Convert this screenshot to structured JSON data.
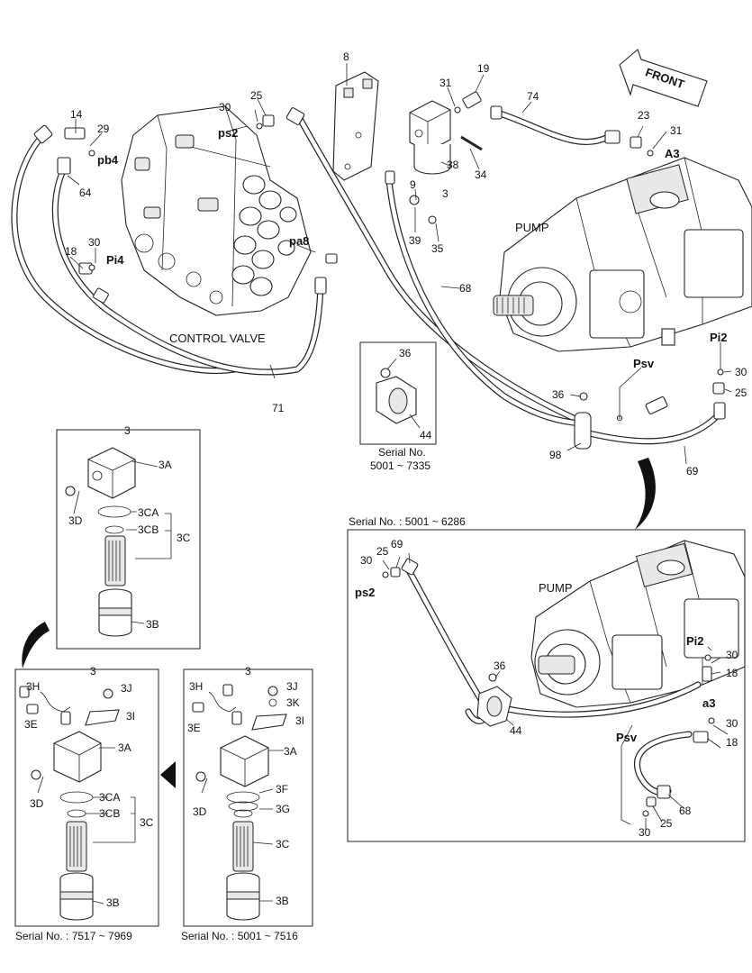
{
  "labels": {
    "control_valve": "CONTROL VALVE",
    "pump": "PUMP",
    "pump_inset": "PUMP",
    "front": "FRONT",
    "ps2": "ps2",
    "pb4": "pb4",
    "pi4": "Pi4",
    "pa8": "pa8",
    "a3_port": "A3",
    "pi2": "Pi2",
    "psv": "Psv",
    "ps2_inset": "ps2",
    "pi2_inset": "Pi2",
    "a3_inset": "a3",
    "psv_inset": "Psv"
  },
  "callouts": {
    "n14": "14",
    "n29": "29",
    "n64": "64",
    "n18": "18",
    "n30a": "30",
    "n30b": "30",
    "n25a": "25",
    "n8": "8",
    "n31a": "31",
    "n19": "19",
    "n74": "74",
    "n23": "23",
    "n31b": "31",
    "n9": "9",
    "n38": "38",
    "n3": "3",
    "n34": "34",
    "n39": "39",
    "n35": "35",
    "n68": "68",
    "n71": "71",
    "n36a": "36",
    "n44a": "44",
    "n36b": "36",
    "n98": "98",
    "n69": "69",
    "n30c": "30",
    "n25b": "25"
  },
  "serial_7335": {
    "line1": "Serial No.",
    "line2": "5001 ~ 7335"
  },
  "box_filter_a": {
    "title": "3",
    "parts": {
      "a": "3A",
      "d": "3D",
      "ca": "3CA",
      "cb": "3CB",
      "c": "3C",
      "b": "3B"
    }
  },
  "box_filter_b": {
    "title": "3",
    "parts": {
      "h": "3H",
      "j": "3J",
      "e": "3E",
      "i": "3I",
      "a": "3A",
      "d": "3D",
      "ca": "3CA",
      "cb": "3CB",
      "c": "3C",
      "b": "3B"
    },
    "serial": "Serial No. : 7517 ~ 7969"
  },
  "box_filter_c": {
    "title": "3",
    "parts": {
      "h": "3H",
      "j": "3J",
      "k": "3K",
      "e": "3E",
      "i": "3I",
      "a": "3A",
      "d": "3D",
      "f": "3F",
      "g": "3G",
      "c": "3C",
      "b": "3B"
    },
    "serial": "Serial No. : 5001 ~ 7516"
  },
  "inset": {
    "serial": "Serial No. : 5001 ~ 6286",
    "n30a": "30",
    "n25a": "25",
    "n69": "69",
    "n36": "36",
    "n44": "44",
    "n30b": "30",
    "n18a": "18",
    "n30c": "30",
    "n18b": "18",
    "n68": "68",
    "n25b": "25",
    "n30d": "30"
  },
  "colors": {
    "line": "#222222",
    "background": "#ffffff",
    "shade": "#e8e8e8"
  }
}
